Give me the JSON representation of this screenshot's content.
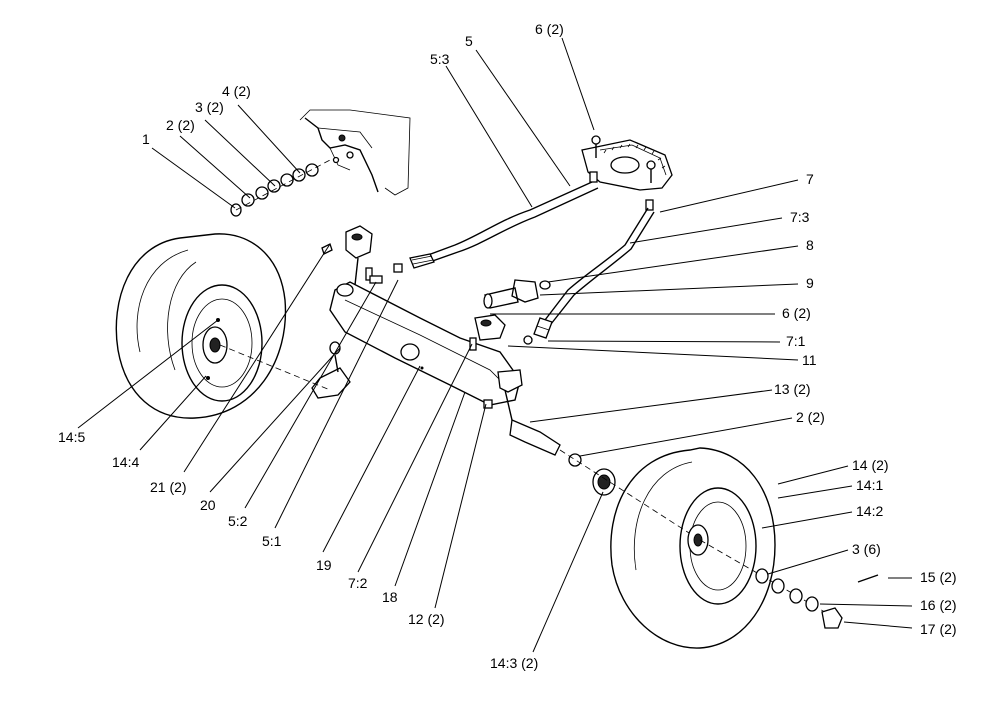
{
  "callouts": [
    {
      "id": "c1",
      "text": "1"
    },
    {
      "id": "c2",
      "text": "2 (2)"
    },
    {
      "id": "c3",
      "text": "3 (2)"
    },
    {
      "id": "c4",
      "text": "4 (2)"
    },
    {
      "id": "c5",
      "text": "5"
    },
    {
      "id": "c53",
      "text": "5:3"
    },
    {
      "id": "c6t",
      "text": "6 (2)"
    },
    {
      "id": "c7",
      "text": "7"
    },
    {
      "id": "c73",
      "text": "7:3"
    },
    {
      "id": "c8",
      "text": "8"
    },
    {
      "id": "c9",
      "text": "9"
    },
    {
      "id": "c6m",
      "text": "6 (2)"
    },
    {
      "id": "c71",
      "text": "7:1"
    },
    {
      "id": "c11",
      "text": "11"
    },
    {
      "id": "c13",
      "text": "13 (2)"
    },
    {
      "id": "c2b",
      "text": "2 (2)"
    },
    {
      "id": "c14",
      "text": "14 (2)"
    },
    {
      "id": "c141",
      "text": "14:1"
    },
    {
      "id": "c142",
      "text": "14:2"
    },
    {
      "id": "c36",
      "text": "3 (6)"
    },
    {
      "id": "c15",
      "text": "15 (2)"
    },
    {
      "id": "c16",
      "text": "16 (2)"
    },
    {
      "id": "c17",
      "text": "17 (2)"
    },
    {
      "id": "c143",
      "text": "14:3 (2)"
    },
    {
      "id": "c12",
      "text": "12 (2)"
    },
    {
      "id": "c18",
      "text": "18"
    },
    {
      "id": "c72",
      "text": "7:2"
    },
    {
      "id": "c19",
      "text": "19"
    },
    {
      "id": "c51",
      "text": "5:1"
    },
    {
      "id": "c52",
      "text": "5:2"
    },
    {
      "id": "c20",
      "text": "20"
    },
    {
      "id": "c21",
      "text": "21 (2)"
    },
    {
      "id": "c144",
      "text": "14:4"
    },
    {
      "id": "c145",
      "text": "14:5"
    }
  ]
}
